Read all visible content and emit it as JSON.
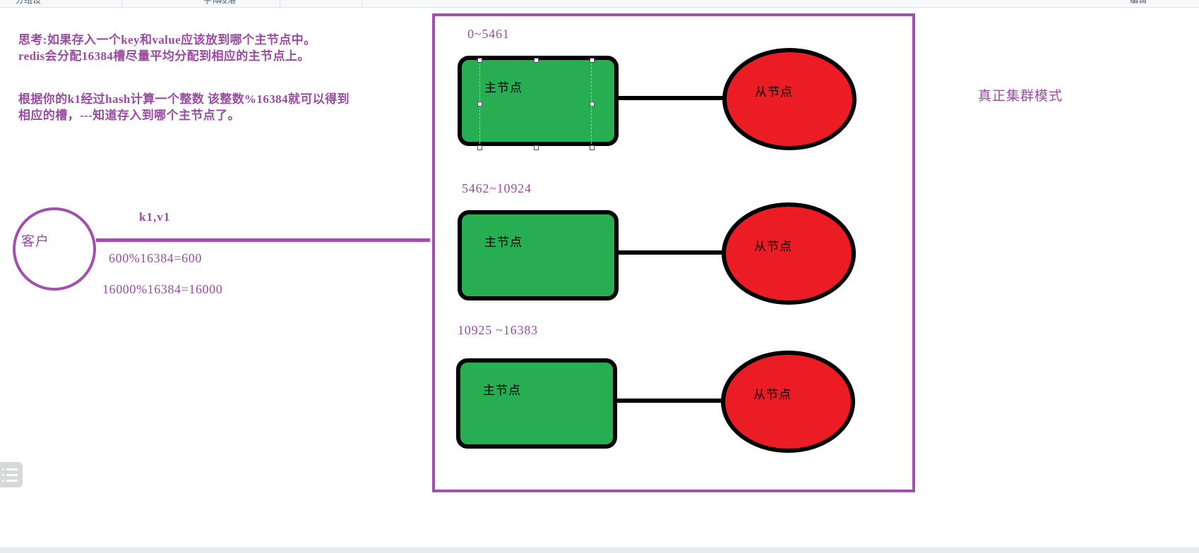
{
  "app": {
    "ribbon_groups": [
      "分组设",
      "字体",
      "段落",
      "编辑"
    ],
    "tool_icon": "list-panel-icon"
  },
  "notes": {
    "note_1": "思考:如果存入一个key和value应该放到哪个主节点中。\nredis会分配16384槽尽量平均分配到相应的主节点上。",
    "note_2": "根据你的k1经过hash计算一个整数 该整数%16384就可以得到\n相应的槽，---知道存入到哪个主节点了。"
  },
  "client": {
    "label": "客户",
    "kv_label": "k1,v1",
    "formula_1": "600%16384=600",
    "formula_2": "16000%16384=16000"
  },
  "cluster": {
    "caption": "真正集群模式",
    "nodes": [
      {
        "range": "0~5461",
        "master_label": "主节点",
        "slave_label": "从节点",
        "selected": true
      },
      {
        "range": "5462~10924",
        "master_label": "主节点",
        "slave_label": "从节点",
        "selected": false
      },
      {
        "range": "10925 ~16383",
        "master_label": "主节点",
        "slave_label": "从节点",
        "selected": false
      }
    ]
  },
  "colors": {
    "purple": "#9b4ba3",
    "purple_border": "#a34fae",
    "master_green": "#27ae52",
    "slave_red": "#ec1c24",
    "outline_black": "#000000",
    "selection_blue": "#2a7de1"
  }
}
